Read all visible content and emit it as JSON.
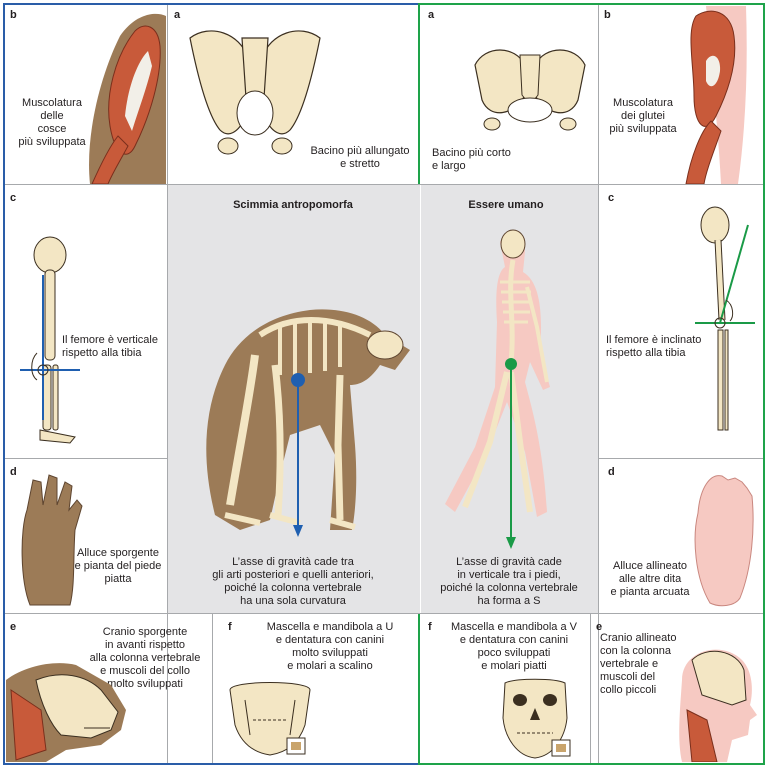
{
  "colors": {
    "bone": "#f3e6c4",
    "bone_stroke": "#6b5a3a",
    "ape_fur": "#9c7b57",
    "muscle": "#c85a3a",
    "skin": "#f6c9c2",
    "panel_gray": "#e4e4e6",
    "ape_frame": "#2a5da8",
    "human_frame": "#1ea34a",
    "ape_gravity_line": "#1f5fb0",
    "human_gravity_line": "#1a9a47"
  },
  "ape": {
    "title": "Scimmia antropomorfa",
    "gravity_caption": "L’asse di gravità cade tra\ngli arti posteriori e quelli anteriori,\npoiché la colonna vertebrale\nha una sola curvatura",
    "thigh": {
      "tag": "b",
      "caption": "Muscolatura\ndelle\ncosce\npiù sviluppata"
    },
    "pelvis": {
      "tag": "a",
      "caption": "Bacino più allungato\ne stretto"
    },
    "femur": {
      "tag": "c",
      "caption": "Il femore è verticale\nrispetto alla tibia"
    },
    "foot": {
      "tag": "d",
      "caption": "Alluce sporgente\ne pianta del piede\npiatta"
    },
    "skull": {
      "tag": "e",
      "caption": "Cranio sporgente\nin avanti rispetto\nalla colonna vertebrale\ne muscoli del collo\nmolto sviluppati"
    },
    "jaw": {
      "tag": "f",
      "caption": "Mascella e mandibola a U\ne dentatura con canini\nmolto sviluppati\ne molari a scalino"
    }
  },
  "human": {
    "title": "Essere umano",
    "gravity_caption": "L’asse di gravità cade\nin verticale tra i piedi,\npoiché la colonna vertebrale\nha forma a S",
    "pelvis": {
      "tag": "a",
      "caption": "Bacino più corto\ne largo"
    },
    "glutes": {
      "tag": "b",
      "caption": "Muscolatura\ndei glutei\npiù sviluppata"
    },
    "femur": {
      "tag": "c",
      "caption": "Il femore è inclinato\nrispetto alla tibia"
    },
    "foot": {
      "tag": "d",
      "caption": "Alluce allineato\nalle altre dita\ne pianta arcuata"
    },
    "jaw": {
      "tag": "f",
      "caption": "Mascella e mandibola a V\ne dentatura con canini\npoco sviluppati\ne molari piatti"
    },
    "skull": {
      "tag": "e",
      "caption": "Cranio allineato\ncon la colonna\nvertebrale e\nmuscoli del\ncollo piccoli"
    }
  }
}
